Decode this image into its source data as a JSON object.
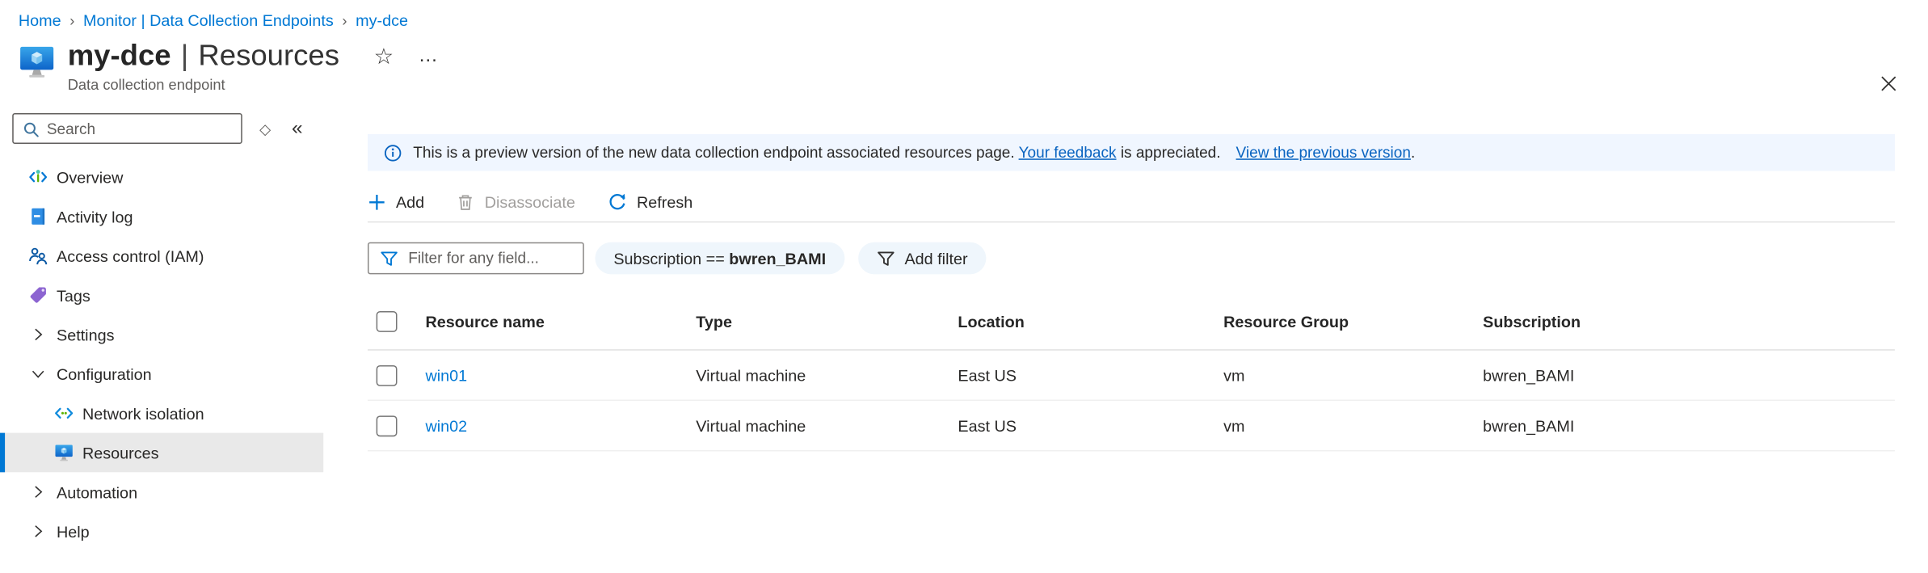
{
  "breadcrumb": {
    "separator": "›",
    "items": [
      "Home",
      "Monitor | Data Collection Endpoints",
      "my-dce"
    ]
  },
  "header": {
    "name": "my-dce",
    "divider": "|",
    "section": "Resources",
    "subtitle": "Data collection endpoint",
    "star": "☆",
    "more": "…"
  },
  "sidebar": {
    "search_placeholder": "Search",
    "diamond_glyph": "◇",
    "collapse_glyph": "«",
    "items": [
      {
        "label": "Overview",
        "icon": "overview-icon"
      },
      {
        "label": "Activity log",
        "icon": "activity-log-icon"
      },
      {
        "label": "Access control (IAM)",
        "icon": "access-control-icon"
      },
      {
        "label": "Tags",
        "icon": "tag-icon"
      },
      {
        "label": "Settings",
        "icon": "chevron-right-icon",
        "expandable": true
      },
      {
        "label": "Configuration",
        "icon": "chevron-down-icon",
        "expandable": true,
        "expanded": true
      },
      {
        "label": "Network isolation",
        "icon": "network-isolation-icon",
        "indent": 1
      },
      {
        "label": "Resources",
        "icon": "resources-icon",
        "indent": 1,
        "selected": true
      },
      {
        "label": "Automation",
        "icon": "chevron-right-icon",
        "expandable": true
      },
      {
        "label": "Help",
        "icon": "chevron-right-icon",
        "expandable": true
      }
    ]
  },
  "banner": {
    "icon": "info-icon",
    "text1": "This is a preview version of the new data collection endpoint associated resources page.",
    "link_feedback": "Your feedback",
    "text2": "is appreciated.",
    "link_previous": "View the previous version",
    "period": "."
  },
  "toolbar": {
    "add": "Add",
    "disassociate": "Disassociate",
    "refresh": "Refresh"
  },
  "filters": {
    "input_placeholder": "Filter for any field...",
    "pill_field": "Subscription ",
    "pill_operator": "== ",
    "pill_value": "bwren_BAMI",
    "add_filter_label": "Add filter"
  },
  "table": {
    "columns": [
      "Resource name",
      "Type",
      "Location",
      "Resource Group",
      "Subscription"
    ],
    "rows": [
      {
        "name": "win01",
        "type": "Virtual machine",
        "location": "East US",
        "resource_group": "vm",
        "subscription": "bwren_BAMI"
      },
      {
        "name": "win02",
        "type": "Virtual machine",
        "location": "East US",
        "resource_group": "vm",
        "subscription": "bwren_BAMI"
      }
    ]
  },
  "colors": {
    "accent": "#0078d4",
    "link": "#0a64c0",
    "banner_bg": "#f0f6ff",
    "pill_bg": "#eff6fc",
    "selected_item_bg": "#e9e9e9",
    "disabled": "#a19f9d",
    "text": "#292827",
    "muted": "#605e5c"
  }
}
